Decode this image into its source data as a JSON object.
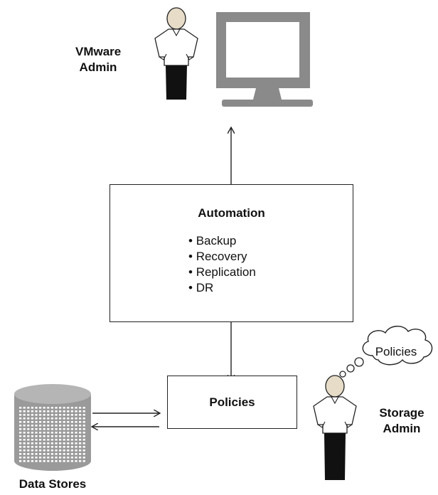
{
  "actors": {
    "vmware_admin": {
      "line1": "VMware",
      "line2": "Admin"
    },
    "storage_admin": {
      "line1": "Storage",
      "line2": "Admin"
    }
  },
  "automation": {
    "title": "Automation",
    "items": [
      "Backup",
      "Recovery",
      "Replication",
      "DR"
    ]
  },
  "policies_box": {
    "label": "Policies"
  },
  "thought_bubble": {
    "text": "Policies"
  },
  "data_stores": {
    "label": "Data Stores"
  },
  "colors": {
    "monitor": "#8a8a8a",
    "person_head": "#e6dcc8",
    "person_legs": "#111111",
    "cylinder": "#999999",
    "line": "#222222"
  },
  "icons": [
    "person-icon",
    "monitor-icon",
    "database-cylinder-icon",
    "thought-cloud-icon"
  ]
}
